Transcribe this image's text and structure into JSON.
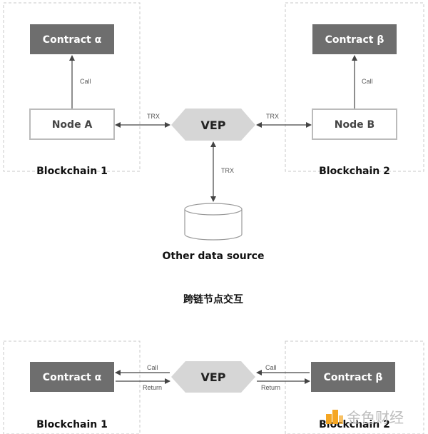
{
  "top": {
    "chain1": {
      "contract": "Contract α",
      "node": "Node A",
      "label": "Blockchain 1",
      "call": "Call"
    },
    "chain2": {
      "contract": "Contract β",
      "node": "Node B",
      "label": "Blockchain 2",
      "call": "Call"
    },
    "vep": "VEP",
    "trx_left": "TRX",
    "trx_right": "TRX",
    "trx_down": "TRX",
    "datasource": "Other data source"
  },
  "title": "跨链节点交互",
  "bottom": {
    "chain1": {
      "contract": "Contract α",
      "label": "Blockchain 1"
    },
    "chain2": {
      "contract": "Contract β",
      "label": "Blockchain 2"
    },
    "vep": "VEP",
    "left_call": "Call",
    "left_return": "Return",
    "right_call": "Call",
    "right_return": "Return"
  },
  "watermark": "金色财经",
  "colors": {
    "dark_box": "#6e6e6e",
    "vep": "#d6d6d6",
    "border": "#bbbbbb",
    "accent": "#f5a623"
  }
}
